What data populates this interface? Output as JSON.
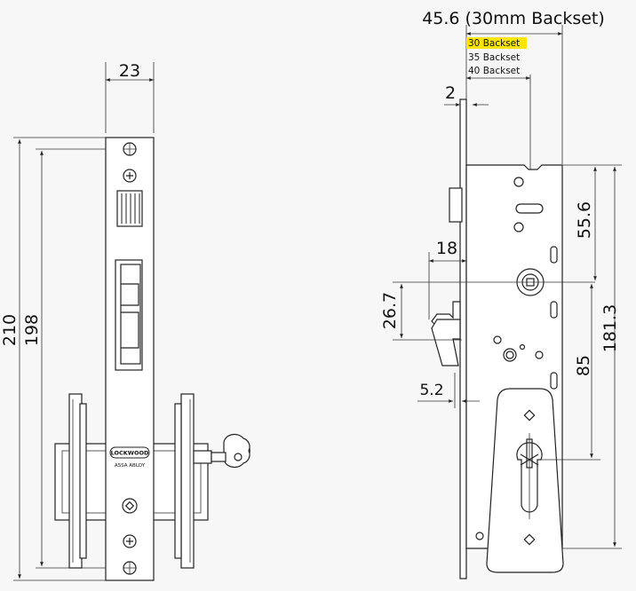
{
  "front_view": {
    "width_label": "23",
    "height_overall_label": "210",
    "height_inner_label": "198",
    "brand_name": "LOCKWOOD",
    "brand_sub": "ASSA ABLOY"
  },
  "side_view": {
    "overall_label": "45.6 (30mm Backset)",
    "backsets": [
      "30 Backset",
      "35 Backset",
      "40 Backset"
    ],
    "highlight_color": "#ffe600",
    "faceplate_label": "2",
    "latch_label": "18",
    "latch_height_label": "26.7",
    "hook_offset_label": "5.2",
    "spindle_label": "55.6",
    "height_label": "181.3",
    "centres_label": "85"
  }
}
